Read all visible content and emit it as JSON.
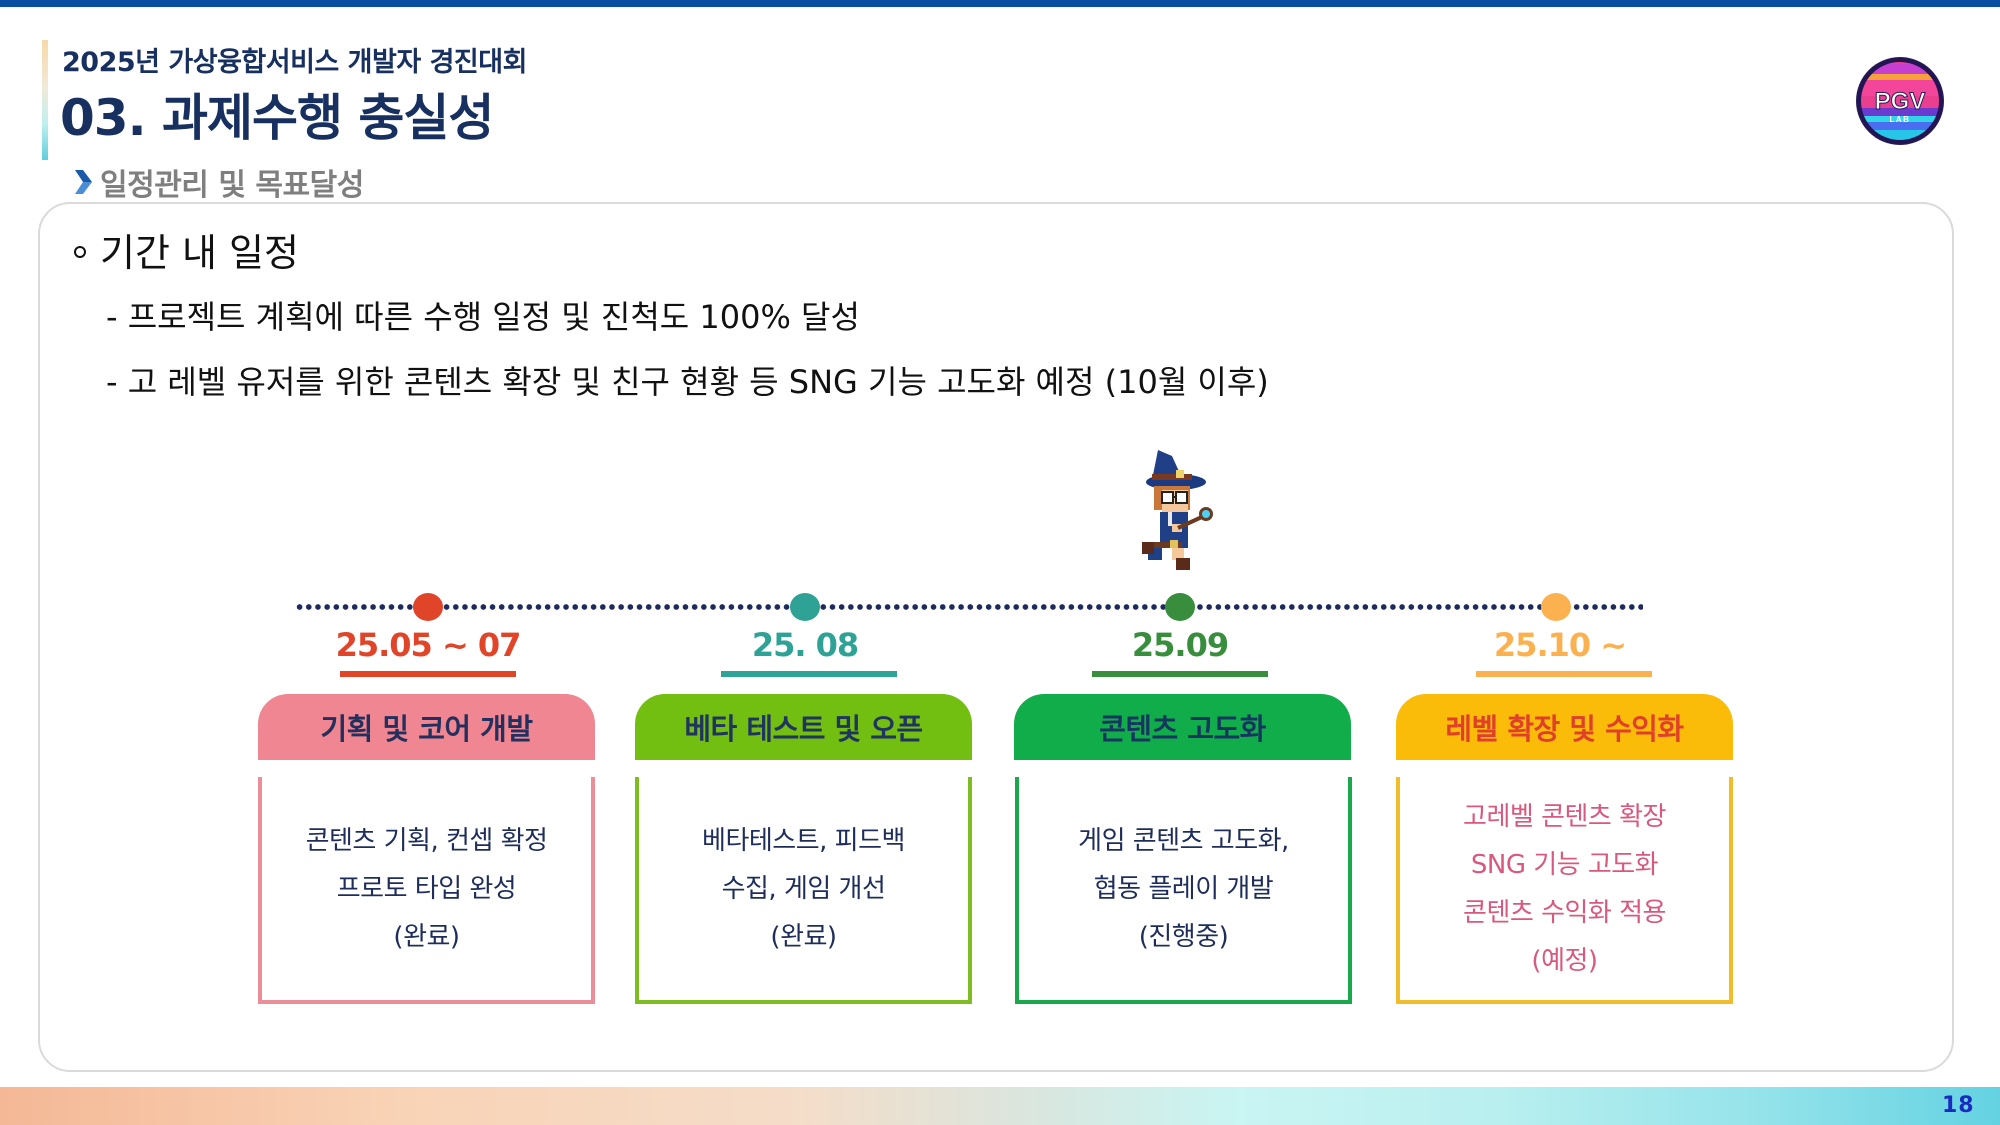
{
  "header": {
    "event_name": "2025년 가상융합서비스 개발자 경진대회",
    "page_title": "03. 과제수행 충실성",
    "subsection": "일정관리 및 목표달성",
    "logo": {
      "text": "PGV",
      "subtext": "LAB",
      "icon": "pgv-lab-logo"
    }
  },
  "content": {
    "heading": "기간 내 일정",
    "bullets": [
      "- 프로젝트 계획에 따른 수행 일정 및 진척도 100% 달성",
      "- 고 레벨 유저를 위한 콘텐츠 확장 및 친구 현황 등 SNG 기능 고도화 예정 (10월 이후)"
    ]
  },
  "timeline": {
    "marker_icon": "wizard-character",
    "stages": [
      {
        "date": "25.05 ~ 07",
        "date_color": "#e0452a",
        "dot_color": "#e0452a",
        "title": "기획 및 코어 개발",
        "header_bg": "#f08691",
        "header_text_color": "#23305e",
        "border_color": "#ec8e97",
        "body": [
          "콘텐츠 기획, 컨셉 확정",
          "프로토 타입 완성",
          "(완료)"
        ],
        "status": "완료"
      },
      {
        "date": "25. 08",
        "date_color": "#2fa296",
        "dot_color": "#2fa296",
        "title": "베타 테스트 및 오픈",
        "header_bg": "#72be11",
        "header_text_color": "#1f3460",
        "border_color": "#7dbd22",
        "body": [
          "베타테스트, 피드백",
          "수집, 게임 개선",
          "(완료)"
        ],
        "status": "완료"
      },
      {
        "date": "25.09",
        "date_color": "#388e3c",
        "dot_color": "#388e3c",
        "title": "콘텐츠 고도화",
        "header_bg": "#11ad4b",
        "header_text_color": "#17365f",
        "border_color": "#1aa84c",
        "body": [
          "게임 콘텐츠 고도화,",
          "협동 플레이 개발",
          "(진행중)"
        ],
        "status": "진행중"
      },
      {
        "date": "25.10 ~",
        "date_color": "#fbb150",
        "dot_color": "#fbb150",
        "title": "레벨 확장 및 수익화",
        "header_bg": "#fbbc09",
        "header_text_color": "#e0402a",
        "border_color": "#f2bd2a",
        "body": [
          "고레벨 콘텐츠 확장",
          "SNG 기능 고도화",
          "콘텐츠 수익화 적용",
          "(예정)"
        ],
        "status": "예정"
      }
    ]
  },
  "footer": {
    "page_number": "18"
  },
  "colors": {
    "top_bar": "#0a4ea2",
    "title": "#17305f",
    "subsection": "#7f7f7f",
    "timeline_dots": "#1d2a5c",
    "page_number": "#1a2bc0"
  }
}
